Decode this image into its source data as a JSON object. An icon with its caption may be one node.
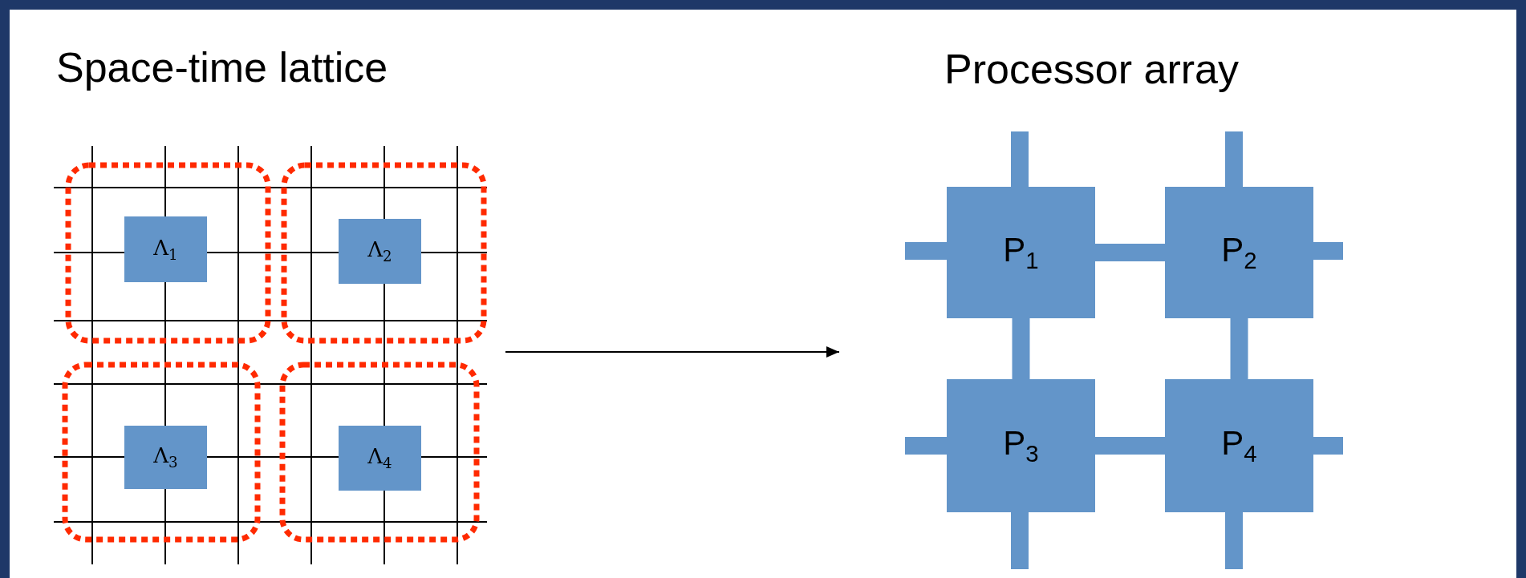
{
  "diagram": {
    "nodes": [
      {
        "text": [
          "Space-time lattice"
        ]
      },
      {
        "text": [
          "Λ$_{1}$"
        ],
        "in": 0
      },
      {
        "text": [
          "Λ$_{2}$"
        ],
        "in": 0
      },
      {
        "text": [
          "Λ$_{3}$"
        ],
        "in": 0
      },
      {
        "text": [
          "Λ$_{4}$"
        ],
        "in": 0
      },
      {
        "text": [
          "Processor array"
        ]
      },
      {
        "text": [
          "P$_{1}$"
        ],
        "in": 5
      },
      {
        "text": [
          "P$_{2}$"
        ],
        "in": 5
      },
      {
        "text": [
          "P$_{3}$"
        ],
        "in": 5
      },
      {
        "text": [
          "P$_{4}$"
        ],
        "in": 5
      }
    ],
    "edges": [
      {
        "from": 0,
        "to": 5,
        "arrow": "to",
        "color": "#000000"
      },
      {
        "from": 6,
        "to": 7,
        "arrow": "none"
      },
      {
        "from": 6,
        "to": 8,
        "arrow": "none"
      },
      {
        "from": 7,
        "to": 9,
        "arrow": "none"
      },
      {
        "from": 8,
        "to": 9,
        "arrow": "none"
      }
    ]
  }
}
